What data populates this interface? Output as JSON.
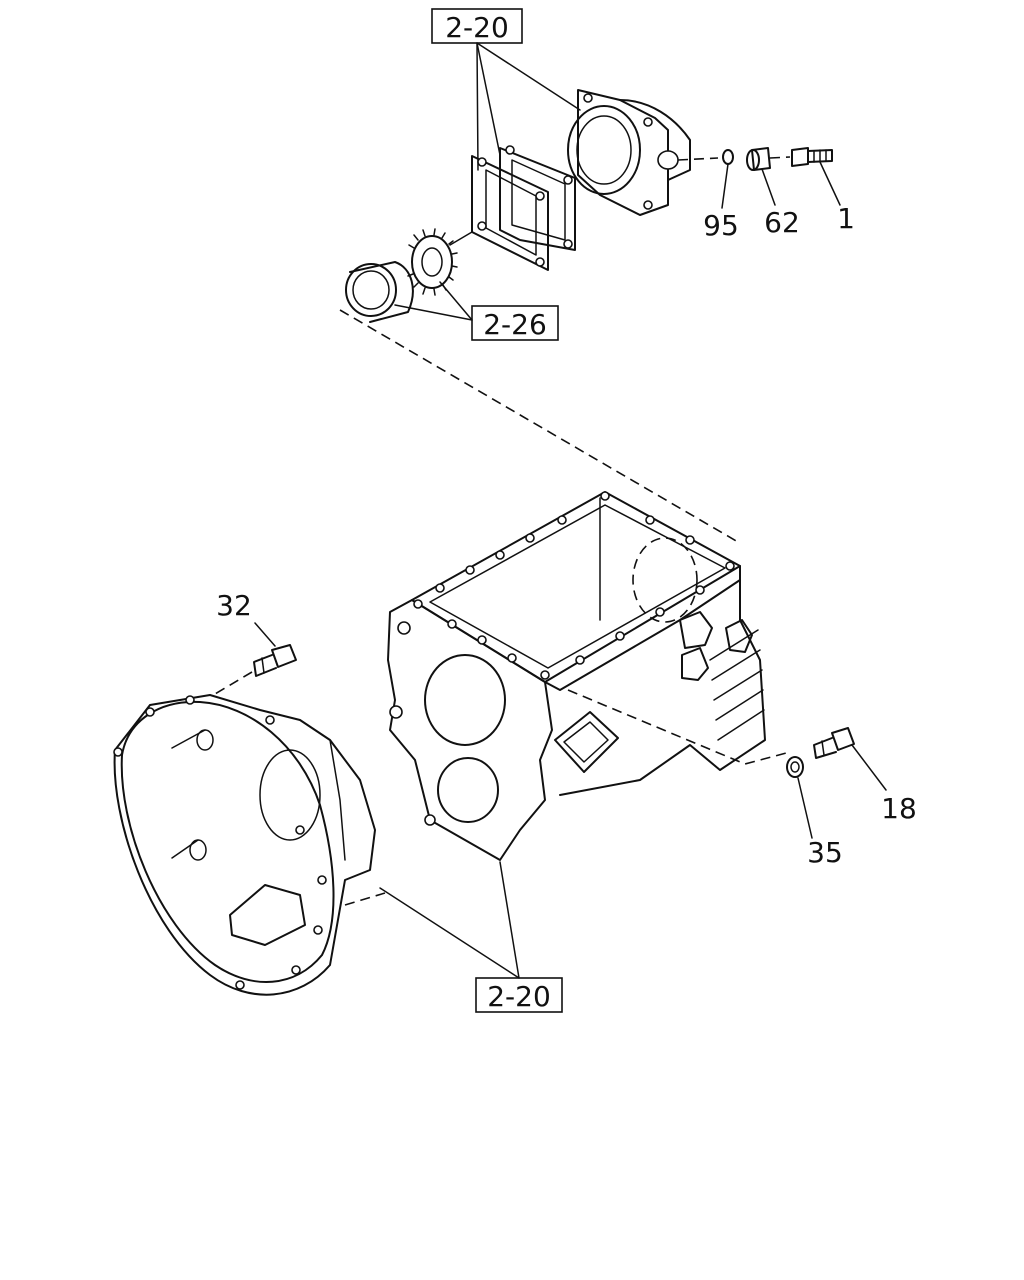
{
  "references": [
    {
      "id": "ref-top",
      "label": "2-20"
    },
    {
      "id": "ref-mid",
      "label": "2-26"
    },
    {
      "id": "ref-bottom",
      "label": "2-20"
    }
  ],
  "parts": [
    {
      "id": "part-95",
      "label": "95"
    },
    {
      "id": "part-62",
      "label": "62"
    },
    {
      "id": "part-1",
      "label": "1"
    },
    {
      "id": "part-32",
      "label": "32"
    },
    {
      "id": "part-18",
      "label": "18"
    },
    {
      "id": "part-35",
      "label": "35"
    }
  ]
}
